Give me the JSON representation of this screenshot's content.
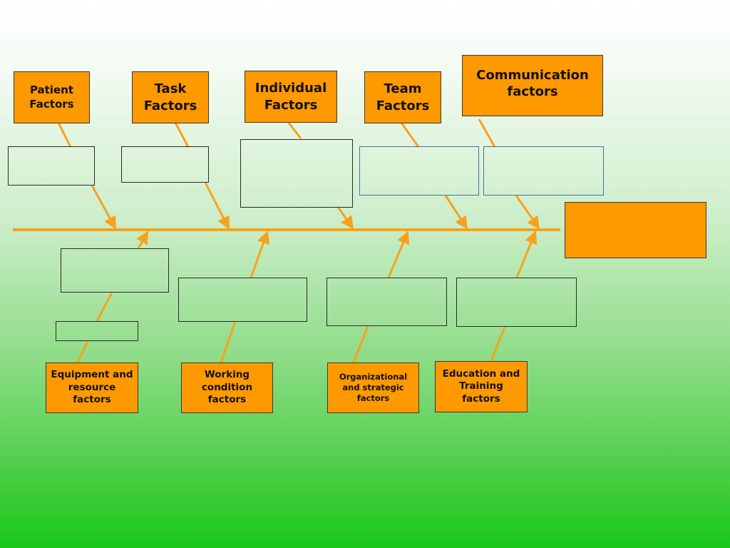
{
  "diagram": {
    "type": "fishbone",
    "accent_color": "#f7a21b",
    "label_fill": "#ff9900",
    "top_categories": [
      {
        "id": "patient",
        "label": "Patient Factors"
      },
      {
        "id": "task",
        "label": "Task Factors"
      },
      {
        "id": "individual",
        "label": "Individual Factors"
      },
      {
        "id": "team",
        "label": "Team Factors"
      },
      {
        "id": "communication",
        "label": "Communication factors"
      }
    ],
    "bottom_categories": [
      {
        "id": "equipment",
        "label": "Equipment and resource factors"
      },
      {
        "id": "working",
        "label": "Working condition factors"
      },
      {
        "id": "organizational",
        "label": "Organizational and strategic factors"
      },
      {
        "id": "education",
        "label": "Education and Training factors"
      }
    ],
    "effect_label": ""
  }
}
